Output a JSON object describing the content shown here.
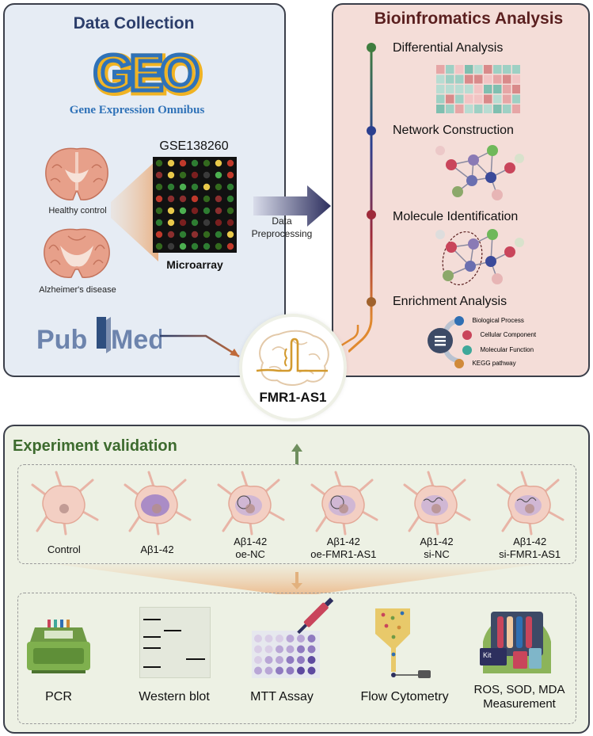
{
  "data_collection": {
    "title": "Data Collection",
    "geo_logo": "GEO",
    "geo_subtitle": "Gene Expression Omnibus",
    "dataset": "GSE138260",
    "healthy_label": "Healthy control",
    "ad_label": "Alzheimer's disease",
    "microarray_label": "Microarray",
    "pubmed_part1": "Pub",
    "pubmed_part2": "Med"
  },
  "preprocessing": {
    "line1": "Data",
    "line2": "Preprocessing"
  },
  "bioinformatics": {
    "title": "Bioinfromatics Analysis",
    "steps": [
      {
        "label": "Differential Analysis",
        "color": "#3f7d3f"
      },
      {
        "label": "Network Construction",
        "color": "#2b3f8f"
      },
      {
        "label": "Molecule Identification",
        "color": "#9e2a3a"
      },
      {
        "label": "Enrichment Analysis",
        "color": "#a0622d"
      }
    ],
    "enrichment_items": [
      {
        "label": "Biological Process",
        "color": "#2f6fb3"
      },
      {
        "label": "Cellular Component",
        "color": "#c9455b"
      },
      {
        "label": "Molecular Function",
        "color": "#3fa89a"
      },
      {
        "label": "KEGG pathway",
        "color": "#d08a3a"
      }
    ]
  },
  "center": {
    "gene": "FMR1-AS1"
  },
  "experiment": {
    "title": "Experiment validation",
    "cells": [
      {
        "line1": "Control",
        "line2": ""
      },
      {
        "line1": "Aβ1-42",
        "line2": ""
      },
      {
        "line1": "Aβ1-42",
        "line2": "oe-NC"
      },
      {
        "line1": "Aβ1-42",
        "line2": "oe-FMR1-AS1"
      },
      {
        "line1": "Aβ1-42",
        "line2": "si-NC"
      },
      {
        "line1": "Aβ1-42",
        "line2": "si-FMR1-AS1"
      }
    ],
    "assays": [
      {
        "line1": "PCR",
        "line2": ""
      },
      {
        "line1": "Western blot",
        "line2": ""
      },
      {
        "line1": "MTT Assay",
        "line2": ""
      },
      {
        "line1": "Flow Cytometry",
        "line2": ""
      },
      {
        "line1": "ROS, SOD, MDA",
        "line2": "Measurement"
      }
    ],
    "kit_label": "Kit"
  },
  "colors": {
    "data_collection_bg": "#e6ecf4",
    "bioinformatics_bg": "#f4ddd8",
    "experiment_bg": "#edf1e4",
    "title_blue": "#2c3e6b",
    "title_maroon": "#5a1f1f",
    "title_green": "#3d6b2e"
  }
}
